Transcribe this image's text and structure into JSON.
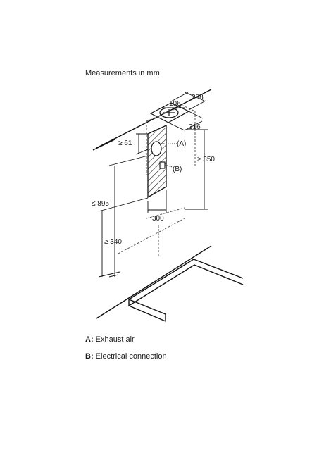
{
  "title": "Measurements in mm",
  "dimensions": {
    "d288": "288",
    "d106": "106",
    "d316": "316",
    "d61": "≥ 61",
    "d350": "≥ 350",
    "d895": "≤ 895",
    "d300": "300",
    "d340": "≥ 340"
  },
  "callouts": {
    "a": "(A)",
    "b": "(B)"
  },
  "legend": {
    "a_key": "A:",
    "a_text": "Exhaust air",
    "b_key": "B:",
    "b_text": "Electrical connection"
  }
}
